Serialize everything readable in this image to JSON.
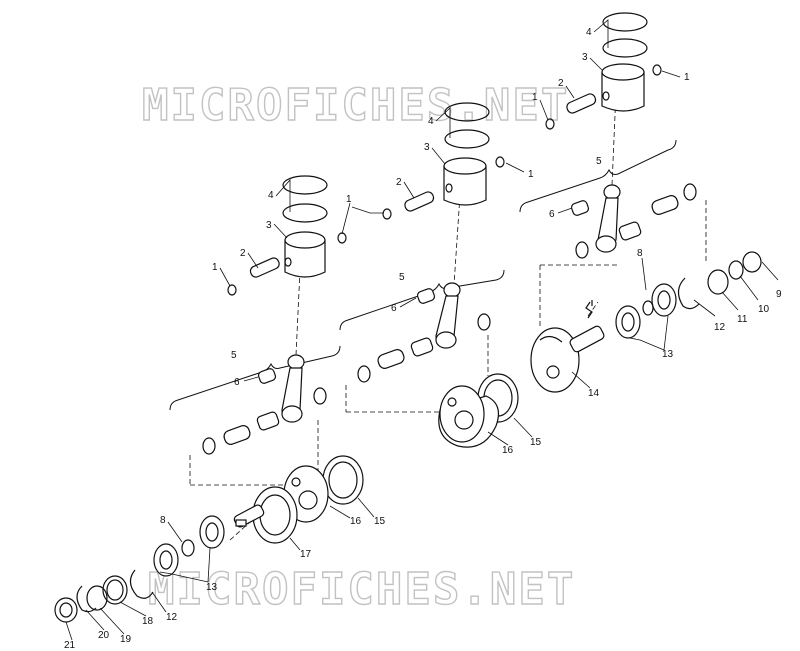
{
  "watermark": {
    "text": "MICROFICHES.NET",
    "color": "#b8b8b8"
  },
  "callouts": {
    "c1": "1",
    "c2": "2",
    "c3": "3",
    "c4": "4",
    "c5": "5",
    "c6": "6",
    "c8": "8",
    "c9": "9",
    "c10": "10",
    "c11": "11",
    "c12": "12",
    "c13": "13",
    "c14": "14",
    "c15": "15",
    "c16": "16",
    "c17": "17",
    "c18": "18",
    "c19": "19",
    "c20": "20",
    "c21": "21"
  },
  "colors": {
    "line": "#111111",
    "background": "#ffffff"
  }
}
